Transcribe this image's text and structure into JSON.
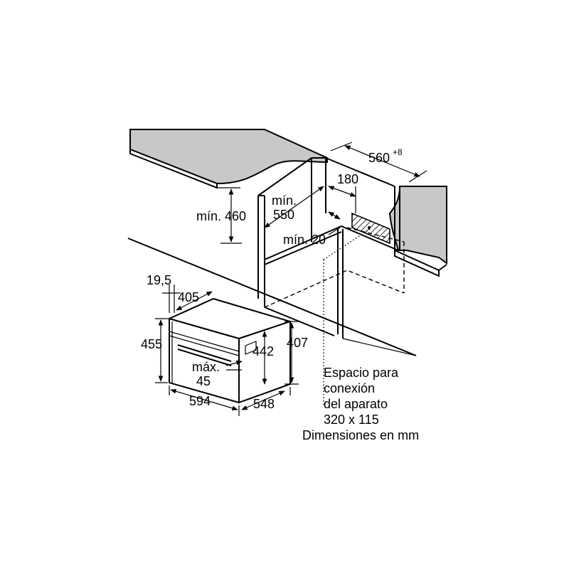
{
  "dimensions": {
    "min_460": "mín. 460",
    "min_550_line1": "mín.",
    "min_550_line2": "550",
    "min_20": "mín. 20",
    "d560": "560",
    "d560_sup": "+8",
    "d180": "180",
    "d19_5": "19,5",
    "d405": "405",
    "d455": "455",
    "d442": "442",
    "d407": "407",
    "max45_line1": "máx.",
    "max45_line2": "45",
    "d594": "594",
    "d548": "548"
  },
  "notes": {
    "connection_line1": "Espacio para",
    "connection_line2": "conexión",
    "connection_line3": "del aparato",
    "connection_line4": "320 x 115",
    "units": "Dimensiones en mm"
  }
}
